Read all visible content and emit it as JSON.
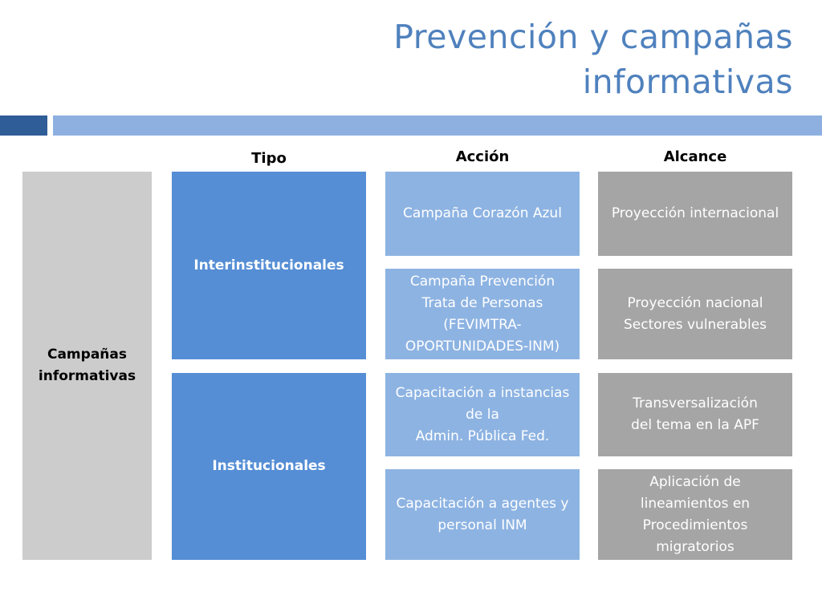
{
  "slide": {
    "title": "Prevención y campañas\ninformativas"
  },
  "headers": {
    "tipo": "Tipo",
    "accion": "Acción",
    "alcance": "Alcance"
  },
  "category": {
    "label": "Campañas\ninformativas"
  },
  "tipos": {
    "interinstitucionales": "Interinstitucionales",
    "institucionales": "Institucionales"
  },
  "acciones": [
    "Campaña Corazón Azul",
    "Campaña Prevención\nTrata de Personas\n(FEVIMTRA-\nOPORTUNIDADES-INM)",
    "Capacitación a instancias\nde la\nAdmin. Pública Fed.",
    "Capacitación a agentes y\npersonal INM"
  ],
  "alcances": [
    "Proyección internacional",
    "Proyección nacional\nSectores vulnerables",
    "Transversalización\ndel tema en la APF",
    "Aplicación de\nlineamientos en\nProcedimientos\nmigratorios"
  ],
  "colors": {
    "title": "#4f81bd",
    "category_box": "#cccccc",
    "tipo_box": "#558ed5",
    "accion_box": "#8db3e2",
    "alcance_box": "#a5a5a5"
  }
}
